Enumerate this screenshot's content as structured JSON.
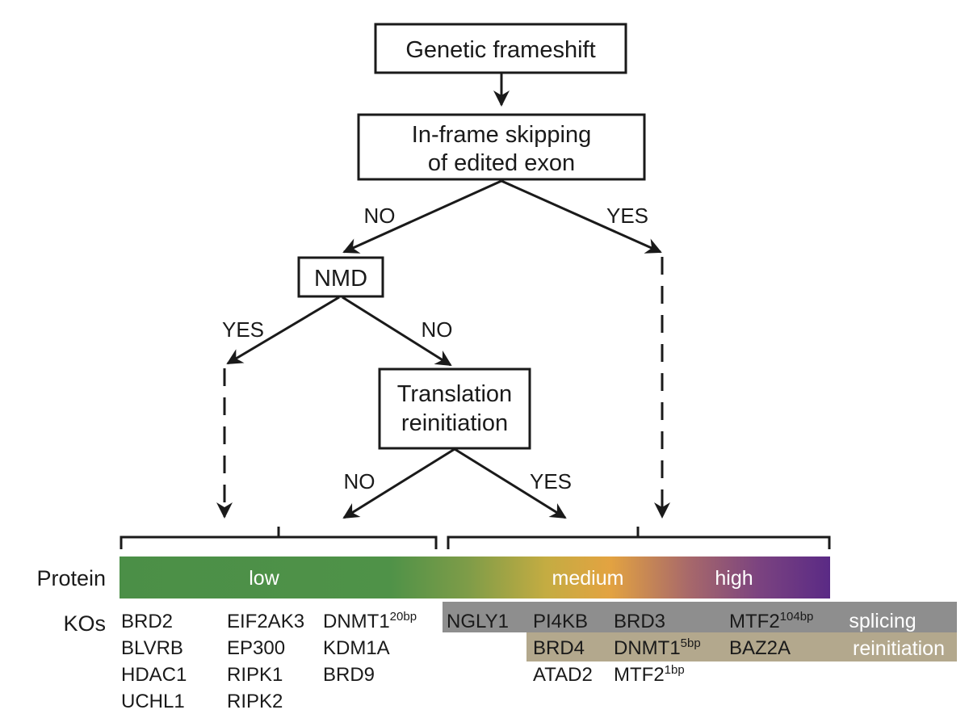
{
  "nodes": {
    "frameshift": "Genetic frameshift",
    "skipping_line1": "In-frame skipping",
    "skipping_line2": "of edited exon",
    "nmd": "NMD",
    "reinit_line1": "Translation",
    "reinit_line2": "reinitiation"
  },
  "edges": {
    "skip_no": "NO",
    "skip_yes": "YES",
    "nmd_yes": "YES",
    "nmd_no": "NO",
    "reinit_no": "NO",
    "reinit_yes": "YES"
  },
  "protein_bar": {
    "label": "Protein",
    "low": "low",
    "medium": "medium",
    "high": "high",
    "colors": {
      "green": "#4b8f47",
      "orange": "#e3a341",
      "purple": "#5a2a85"
    }
  },
  "kos": {
    "label": "KOs",
    "col1": [
      "BRD2",
      "BLVRB",
      "HDAC1",
      "UCHL1"
    ],
    "col2": [
      "EIF2AK3",
      "EP300",
      "RIPK1",
      "RIPK2"
    ],
    "col3": [
      {
        "name": "DNMT1",
        "sup": "20bp"
      },
      {
        "name": "KDM1A",
        "sup": ""
      },
      {
        "name": "BRD9",
        "sup": ""
      }
    ],
    "splicing_row": [
      {
        "name": "NGLY1",
        "sup": ""
      },
      {
        "name": "PI4KB",
        "sup": ""
      },
      {
        "name": "BRD3",
        "sup": ""
      },
      {
        "name": "MTF2",
        "sup": "104bp"
      }
    ],
    "splicing_label": "splicing",
    "reinit_row": [
      {
        "name": "BRD4",
        "sup": ""
      },
      {
        "name": "DNMT1",
        "sup": "5bp"
      },
      {
        "name": "BAZ2A",
        "sup": ""
      }
    ],
    "reinit_label": "reinitiation",
    "plain_row": [
      {
        "name": "ATAD2",
        "sup": ""
      },
      {
        "name": "MTF2",
        "sup": "1bp"
      }
    ],
    "band_colors": {
      "splicing": "#8e8e8e",
      "reinitiation": "#b3a88d"
    }
  }
}
